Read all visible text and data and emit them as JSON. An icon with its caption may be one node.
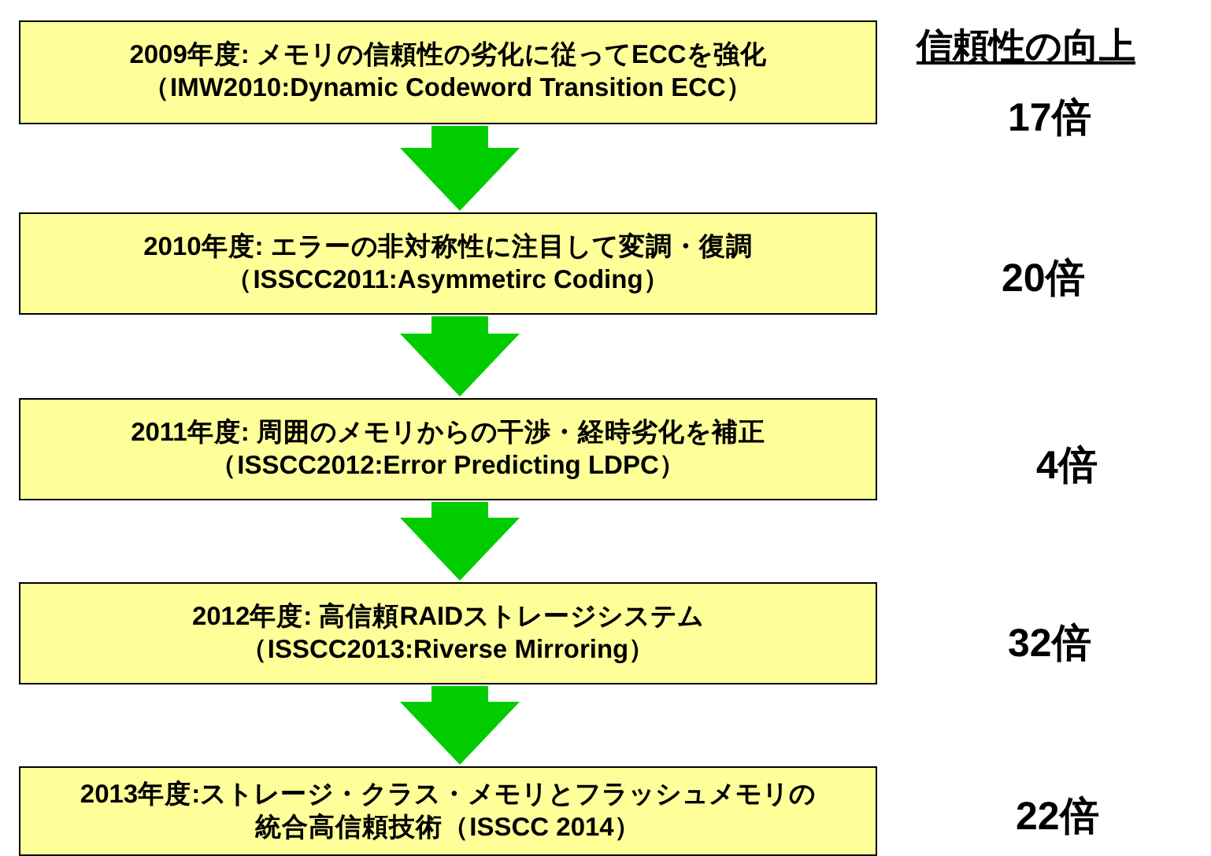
{
  "diagram": {
    "nodes": [
      {
        "text": [
          "2009年度: メモリの信頼性の劣化に従ってECCを強化",
          "（IMW2010:Dynamic Codeword Transition ECC）"
        ]
      },
      {
        "text": [
          "2010年度: エラーの非対称性に注目して変調・復調",
          "（ISSCC2011:Asymmetirc Coding）"
        ]
      },
      {
        "text": [
          "2011年度: 周囲のメモリからの干渉・経時劣化を補正",
          "（ISSCC2012:Error Predicting LDPC）"
        ]
      },
      {
        "text": [
          "2012年度: 高信頼RAIDストレージシステム",
          "（ISSCC2013:Riverse Mirroring）"
        ]
      },
      {
        "text": [
          "2013年度:ストレージ・クラス・メモリとフラッシュメモリの統合高信頼技術（ISSCC 2014）"
        ]
      }
    ],
    "edges": [
      {
        "from": 0,
        "to": 1,
        "arrow": "to"
      },
      {
        "from": 1,
        "to": 2,
        "arrow": "to"
      },
      {
        "from": 2,
        "to": 3,
        "arrow": "to"
      },
      {
        "from": 3,
        "to": 4,
        "arrow": "to"
      }
    ],
    "labels": [
      "信頼性の向上",
      "17倍",
      "20倍",
      "4倍",
      "32倍",
      "22倍"
    ]
  }
}
